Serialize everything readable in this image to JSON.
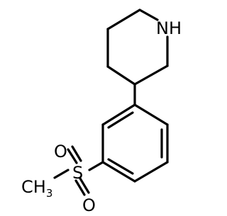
{
  "molecule": {
    "atom_labels": {
      "nh": "NH",
      "s": "S",
      "o_upper": "O",
      "o_lower": "O",
      "ch3_main": "CH",
      "ch3_sub": "3"
    },
    "colors": {
      "bond": "#000000",
      "text": "#000000",
      "background": "#ffffff"
    }
  }
}
